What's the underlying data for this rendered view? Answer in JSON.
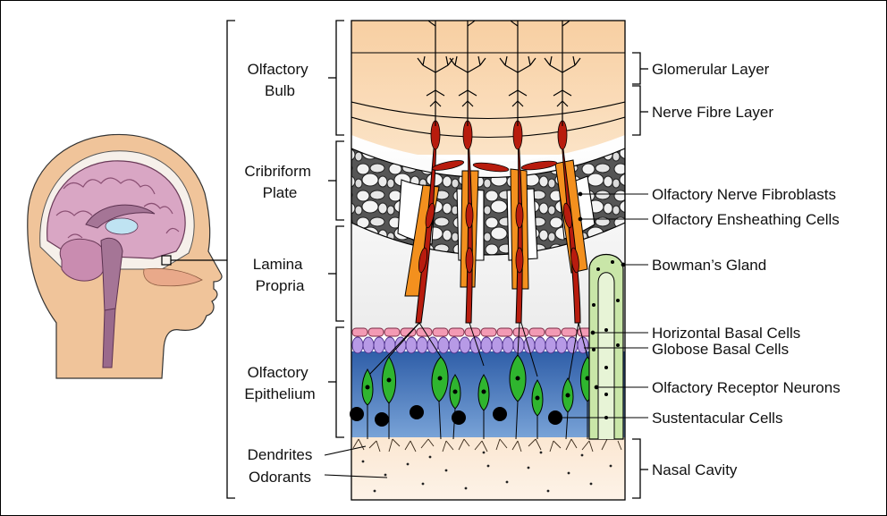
{
  "left_labels": {
    "olfactory_bulb": [
      "Olfactory",
      "Bulb"
    ],
    "cribriform_plate": [
      "Cribriform",
      "Plate"
    ],
    "lamina_propria": [
      "Lamina",
      "Propria"
    ],
    "olfactory_epithelium": [
      "Olfactory",
      "Epithelium"
    ],
    "dendrites": "Dendrites",
    "odorants": "Odorants"
  },
  "right_labels": {
    "glomerular_layer": "Glomerular Layer",
    "nerve_fibre_layer": "Nerve Fibre Layer",
    "olfactory_nerve_fibroblasts": "Olfactory Nerve Fibroblasts",
    "olfactory_ensheathing_cells": "Olfactory Ensheathing Cells",
    "bowmans_gland": "Bowman’s Gland",
    "horizontal_basal_cells": "Horizontal Basal Cells",
    "globose_basal_cells": "Globose Basal Cells",
    "olfactory_receptor_neurons": "Olfactory Receptor Neurons",
    "sustentacular_cells": "Sustentacular Cells",
    "nasal_cavity": "Nasal Cavity"
  },
  "colors": {
    "bulb": "#f7c99a",
    "epithelium": "#4a7ab8",
    "horizontal_basal": "#f39ab4",
    "globose_basal": "#b79ae6",
    "neuron": "#2fb52f",
    "gland": "#c9e6a8",
    "axon": "#b81c0e",
    "ensheathing": "#f3901e",
    "brain": "#d9a6c4",
    "skin": "#f0c49a"
  }
}
